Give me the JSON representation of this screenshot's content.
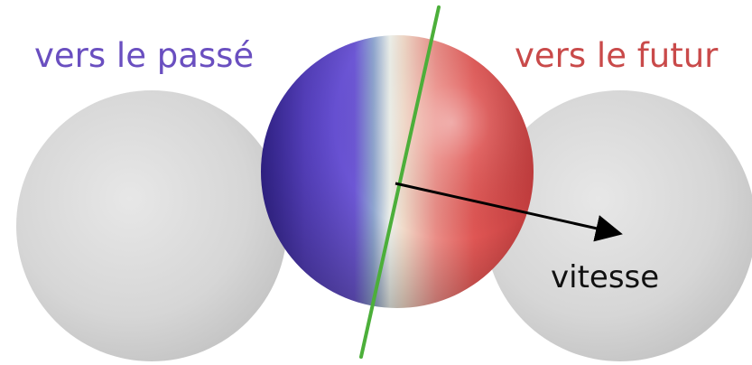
{
  "labels": {
    "past": "vers le passé",
    "future": "vers le futur",
    "speed": "vitesse"
  },
  "colors": {
    "past_text": "#6a4fc0",
    "future_text": "#c94a4a",
    "speed_text": "#111111",
    "sphere_blue": "#5a3fd0",
    "sphere_red": "#d94545",
    "side_sphere": "#d8d8d8",
    "plane_line": "#4caf3a",
    "arrow": "#000000"
  },
  "icons": {
    "left_sphere": "gray-sphere",
    "center_sphere": "blue-red-sphere",
    "right_sphere": "gray-sphere",
    "divider": "green-line",
    "velocity": "arrow"
  }
}
